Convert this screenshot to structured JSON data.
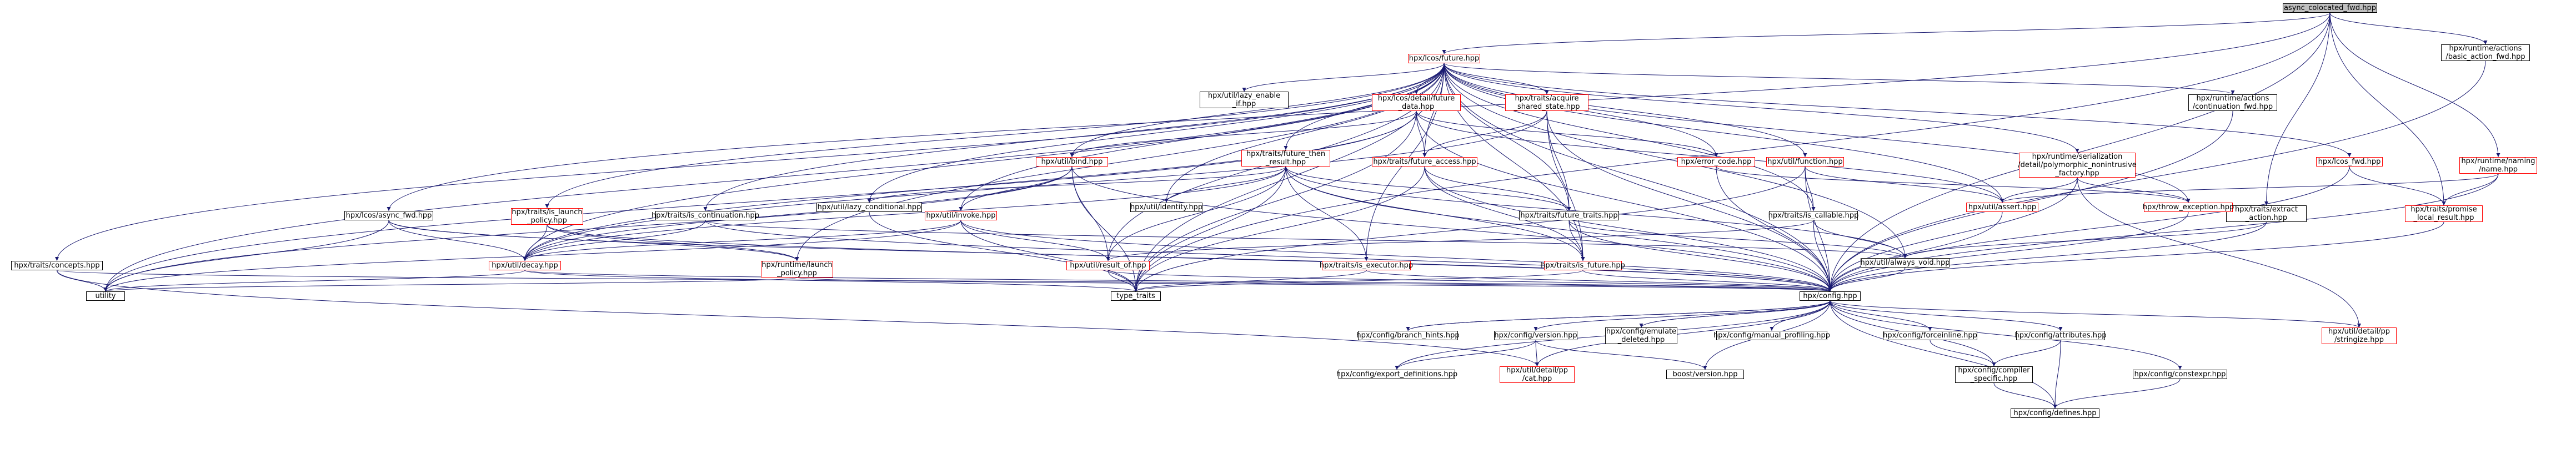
{
  "nodes": [
    {
      "id": "root",
      "label": "async_colocated_fwd.hpp",
      "style": "root"
    },
    {
      "id": "lfut",
      "label": "hpx/lcos/future.hpp",
      "style": "red"
    },
    {
      "id": "bafwd",
      "label": "hpx/runtime/actions\n/basic_action_fwd.hpp",
      "style": "black"
    },
    {
      "id": "lafwd",
      "label": "hpx/lcos/async_fwd.hpp",
      "style": "black"
    },
    {
      "id": "ea",
      "label": "hpx/traits/extract\n_action.hpp",
      "style": "black"
    },
    {
      "id": "prl",
      "label": "hpx/traits/promise\n_local_result.hpp",
      "style": "red"
    },
    {
      "id": "name",
      "label": "hpx/runtime/naming\n/name.hpp",
      "style": "red"
    },
    {
      "id": "cfg",
      "label": "hpx/config.hpp",
      "style": "black"
    },
    {
      "id": "tdata",
      "label": "type_traits",
      "style": "black"
    },
    {
      "id": "util",
      "label": "utility",
      "style": "black"
    },
    {
      "id": "lfe",
      "label": "hpx/util/lazy_enable\n_if.hpp",
      "style": "black"
    },
    {
      "id": "fdata",
      "label": "hpx/lcos/detail/future\n_data.hpp",
      "style": "red"
    },
    {
      "id": "acq",
      "label": "hpx/traits/acquire\n_shared_state.hpp",
      "style": "red"
    },
    {
      "id": "ftr",
      "label": "hpx/traits/future_then\n_result.hpp",
      "style": "red"
    },
    {
      "id": "cont",
      "label": "hpx/runtime/actions\n/continuation_fwd.hpp",
      "style": "black"
    },
    {
      "id": "poly",
      "label": "hpx/runtime/serialization\n/detail/polymorphic_nonintrusive\n_factory.hpp",
      "style": "red"
    },
    {
      "id": "lfwd",
      "label": "hpx/lcos_fwd.hpp",
      "style": "red"
    },
    {
      "id": "bind",
      "label": "hpx/util/bind.hpp",
      "style": "red"
    },
    {
      "id": "fa",
      "label": "hpx/traits/future_access.hpp",
      "style": "red"
    },
    {
      "id": "ec",
      "label": "hpx/error_code.hpp",
      "style": "red"
    },
    {
      "id": "func",
      "label": "hpx/util/function.hpp",
      "style": "red"
    },
    {
      "id": "lp",
      "label": "hpx/traits/is_launch\n_policy.hpp",
      "style": "red"
    },
    {
      "id": "ic",
      "label": "hpx/traits/is_continuation.hpp",
      "style": "black"
    },
    {
      "id": "lc",
      "label": "hpx/util/lazy_conditional.hpp",
      "style": "black"
    },
    {
      "id": "id",
      "label": "hpx/util/identity.hpp",
      "style": "black"
    },
    {
      "id": "inv",
      "label": "hpx/util/invoke.hpp",
      "style": "red"
    },
    {
      "id": "ft",
      "label": "hpx/traits/future_traits.hpp",
      "style": "black"
    },
    {
      "id": "call",
      "label": "hpx/traits/is_callable.hpp",
      "style": "black"
    },
    {
      "id": "assert",
      "label": "hpx/util/assert.hpp",
      "style": "red"
    },
    {
      "id": "tex",
      "label": "hpx/throw_exception.hpp",
      "style": "red"
    },
    {
      "id": "conc",
      "label": "hpx/traits/concepts.hpp",
      "style": "black"
    },
    {
      "id": "decay",
      "label": "hpx/util/decay.hpp",
      "style": "red"
    },
    {
      "id": "rlp",
      "label": "hpx/runtime/launch\n_policy.hpp",
      "style": "red"
    },
    {
      "id": "roff",
      "label": "hpx/util/result_of.hpp",
      "style": "red"
    },
    {
      "id": "iex",
      "label": "hpx/traits/is_executor.hpp",
      "style": "red"
    },
    {
      "id": "isf",
      "label": "hpx/traits/is_future.hpp",
      "style": "red"
    },
    {
      "id": "avoid",
      "label": "hpx/util/always_void.hpp",
      "style": "black"
    },
    {
      "id": "bth",
      "label": "hpx/config/branch_hints.hpp",
      "style": "black"
    },
    {
      "id": "ver",
      "label": "hpx/config/version.hpp",
      "style": "black"
    },
    {
      "id": "emu",
      "label": "hpx/config/emulate\n_deleted.hpp",
      "style": "black"
    },
    {
      "id": "man",
      "label": "hpx/config/manual_profiling.hpp",
      "style": "black"
    },
    {
      "id": "finl",
      "label": "hpx/config/forceinline.hpp",
      "style": "black"
    },
    {
      "id": "attr",
      "label": "hpx/config/attributes.hpp",
      "style": "black"
    },
    {
      "id": "s2",
      "label": "hpx/util/detail/pp\n/stringize.hpp",
      "style": "red"
    },
    {
      "id": "exp",
      "label": "hpx/config/export_definitions.hpp",
      "style": "black"
    },
    {
      "id": "cat",
      "label": "hpx/util/detail/pp\n/cat.hpp",
      "style": "red"
    },
    {
      "id": "boost",
      "label": "boost/version.hpp",
      "style": "black"
    },
    {
      "id": "comp",
      "label": "hpx/config/compiler\n_specific.hpp",
      "style": "black"
    },
    {
      "id": "cexpr",
      "label": "hpx/config/constexpr.hpp",
      "style": "black"
    },
    {
      "id": "defs",
      "label": "hpx/config/defines.hpp",
      "style": "black"
    }
  ],
  "edges": [
    [
      "root",
      "lfut"
    ],
    [
      "root",
      "bafwd"
    ],
    [
      "root",
      "lafwd"
    ],
    [
      "root",
      "ea"
    ],
    [
      "root",
      "prl"
    ],
    [
      "root",
      "name"
    ],
    [
      "root",
      "cfg"
    ],
    [
      "root",
      "tdata"
    ],
    [
      "lfut",
      "lfe"
    ],
    [
      "lfut",
      "fdata"
    ],
    [
      "lfut",
      "acq"
    ],
    [
      "lfut",
      "ftr"
    ],
    [
      "lfut",
      "cont"
    ],
    [
      "lfut",
      "poly"
    ],
    [
      "lfut",
      "lfwd"
    ],
    [
      "lfut",
      "bind"
    ],
    [
      "lfut",
      "fa"
    ],
    [
      "lfut",
      "ec"
    ],
    [
      "lfut",
      "func"
    ],
    [
      "lfut",
      "lp"
    ],
    [
      "lfut",
      "ic"
    ],
    [
      "lfut",
      "lc"
    ],
    [
      "lfut",
      "id"
    ],
    [
      "lfut",
      "inv"
    ],
    [
      "lfut",
      "ft"
    ],
    [
      "lfut",
      "call"
    ],
    [
      "lfut",
      "assert"
    ],
    [
      "lfut",
      "tex"
    ],
    [
      "lfut",
      "conc"
    ],
    [
      "lfut",
      "decay"
    ],
    [
      "lfut",
      "rlp"
    ],
    [
      "lfut",
      "roff"
    ],
    [
      "lfut",
      "iex"
    ],
    [
      "lfut",
      "isf"
    ],
    [
      "lfut",
      "avoid"
    ],
    [
      "lfut",
      "cfg"
    ],
    [
      "lfut",
      "tdata"
    ],
    [
      "lfut",
      "util"
    ],
    [
      "fdata",
      "fa"
    ],
    [
      "fdata",
      "bind"
    ],
    [
      "fdata",
      "decay"
    ],
    [
      "fdata",
      "ec"
    ],
    [
      "fdata",
      "assert"
    ],
    [
      "fdata",
      "cfg"
    ],
    [
      "fdata",
      "tdata"
    ],
    [
      "fdata",
      "util"
    ],
    [
      "acq",
      "fa"
    ],
    [
      "acq",
      "ft"
    ],
    [
      "acq",
      "isf"
    ],
    [
      "acq",
      "decay"
    ],
    [
      "acq",
      "cfg"
    ],
    [
      "ftr",
      "ft"
    ],
    [
      "ftr",
      "isf"
    ],
    [
      "ftr",
      "iex"
    ],
    [
      "ftr",
      "id"
    ],
    [
      "ftr",
      "lc"
    ],
    [
      "ftr",
      "decay"
    ],
    [
      "ftr",
      "roff"
    ],
    [
      "ftr",
      "avoid"
    ],
    [
      "ftr",
      "cfg"
    ],
    [
      "ftr",
      "tdata"
    ],
    [
      "bind",
      "inv"
    ],
    [
      "bind",
      "decay"
    ],
    [
      "bind",
      "roff"
    ],
    [
      "bind",
      "cfg"
    ],
    [
      "bind",
      "tdata"
    ],
    [
      "bind",
      "util"
    ],
    [
      "fa",
      "ft"
    ],
    [
      "fa",
      "isf"
    ],
    [
      "fa",
      "cfg"
    ],
    [
      "fa",
      "tdata"
    ],
    [
      "ec",
      "tex"
    ],
    [
      "ec",
      "cfg"
    ],
    [
      "func",
      "call"
    ],
    [
      "func",
      "assert"
    ],
    [
      "func",
      "cfg"
    ],
    [
      "func",
      "tdata"
    ],
    [
      "poly",
      "assert"
    ],
    [
      "poly",
      "tex"
    ],
    [
      "poly",
      "s2"
    ],
    [
      "poly",
      "cfg"
    ],
    [
      "lfwd",
      "prl"
    ],
    [
      "lfwd",
      "cfg"
    ],
    [
      "name",
      "prl"
    ],
    [
      "name",
      "assert"
    ],
    [
      "name",
      "cfg"
    ],
    [
      "bafwd",
      "cfg"
    ],
    [
      "cont",
      "cfg"
    ],
    [
      "ea",
      "avoid"
    ],
    [
      "ea",
      "cfg"
    ],
    [
      "prl",
      "cfg"
    ],
    [
      "lafwd",
      "decay"
    ],
    [
      "lafwd",
      "rlp"
    ],
    [
      "lafwd",
      "util"
    ],
    [
      "lafwd",
      "cfg"
    ],
    [
      "lp",
      "rlp"
    ],
    [
      "lp",
      "decay"
    ],
    [
      "lp",
      "cfg"
    ],
    [
      "ic",
      "decay"
    ],
    [
      "ic",
      "avoid"
    ],
    [
      "ic",
      "cfg"
    ],
    [
      "lc",
      "tdata"
    ],
    [
      "inv",
      "roff"
    ],
    [
      "inv",
      "decay"
    ],
    [
      "inv",
      "cfg"
    ],
    [
      "inv",
      "tdata"
    ],
    [
      "inv",
      "util"
    ],
    [
      "ft",
      "isf"
    ],
    [
      "ft",
      "avoid"
    ],
    [
      "ft",
      "cfg"
    ],
    [
      "call",
      "roff"
    ],
    [
      "call",
      "avoid"
    ],
    [
      "call",
      "cfg"
    ],
    [
      "assert",
      "cfg"
    ],
    [
      "tex",
      "cfg"
    ],
    [
      "conc",
      "util"
    ],
    [
      "conc",
      "cat"
    ],
    [
      "conc",
      "cfg"
    ],
    [
      "decay",
      "util"
    ],
    [
      "decay",
      "tdata"
    ],
    [
      "decay",
      "cfg"
    ],
    [
      "rlp",
      "util"
    ],
    [
      "rlp",
      "cfg"
    ],
    [
      "roff",
      "tdata"
    ],
    [
      "roff",
      "cfg"
    ],
    [
      "iex",
      "tdata"
    ],
    [
      "iex",
      "cfg"
    ],
    [
      "isf",
      "tdata"
    ],
    [
      "isf",
      "cfg"
    ],
    [
      "avoid",
      "cfg"
    ],
    [
      "cfg",
      "bth"
    ],
    [
      "cfg",
      "ver"
    ],
    [
      "cfg",
      "emu"
    ],
    [
      "cfg",
      "man"
    ],
    [
      "cfg",
      "finl"
    ],
    [
      "cfg",
      "attr"
    ],
    [
      "cfg",
      "s2"
    ],
    [
      "cfg",
      "exp"
    ],
    [
      "cfg",
      "cat"
    ],
    [
      "cfg",
      "boost"
    ],
    [
      "cfg",
      "comp"
    ],
    [
      "cfg",
      "cexpr"
    ],
    [
      "cfg",
      "defs"
    ],
    [
      "ver",
      "exp"
    ],
    [
      "ver",
      "cat"
    ],
    [
      "ver",
      "boost"
    ],
    [
      "emu",
      "cfg"
    ],
    [
      "bth",
      "cfg"
    ],
    [
      "finl",
      "comp"
    ],
    [
      "attr",
      "comp"
    ],
    [
      "attr",
      "defs"
    ],
    [
      "comp",
      "defs"
    ],
    [
      "cexpr",
      "defs"
    ]
  ]
}
